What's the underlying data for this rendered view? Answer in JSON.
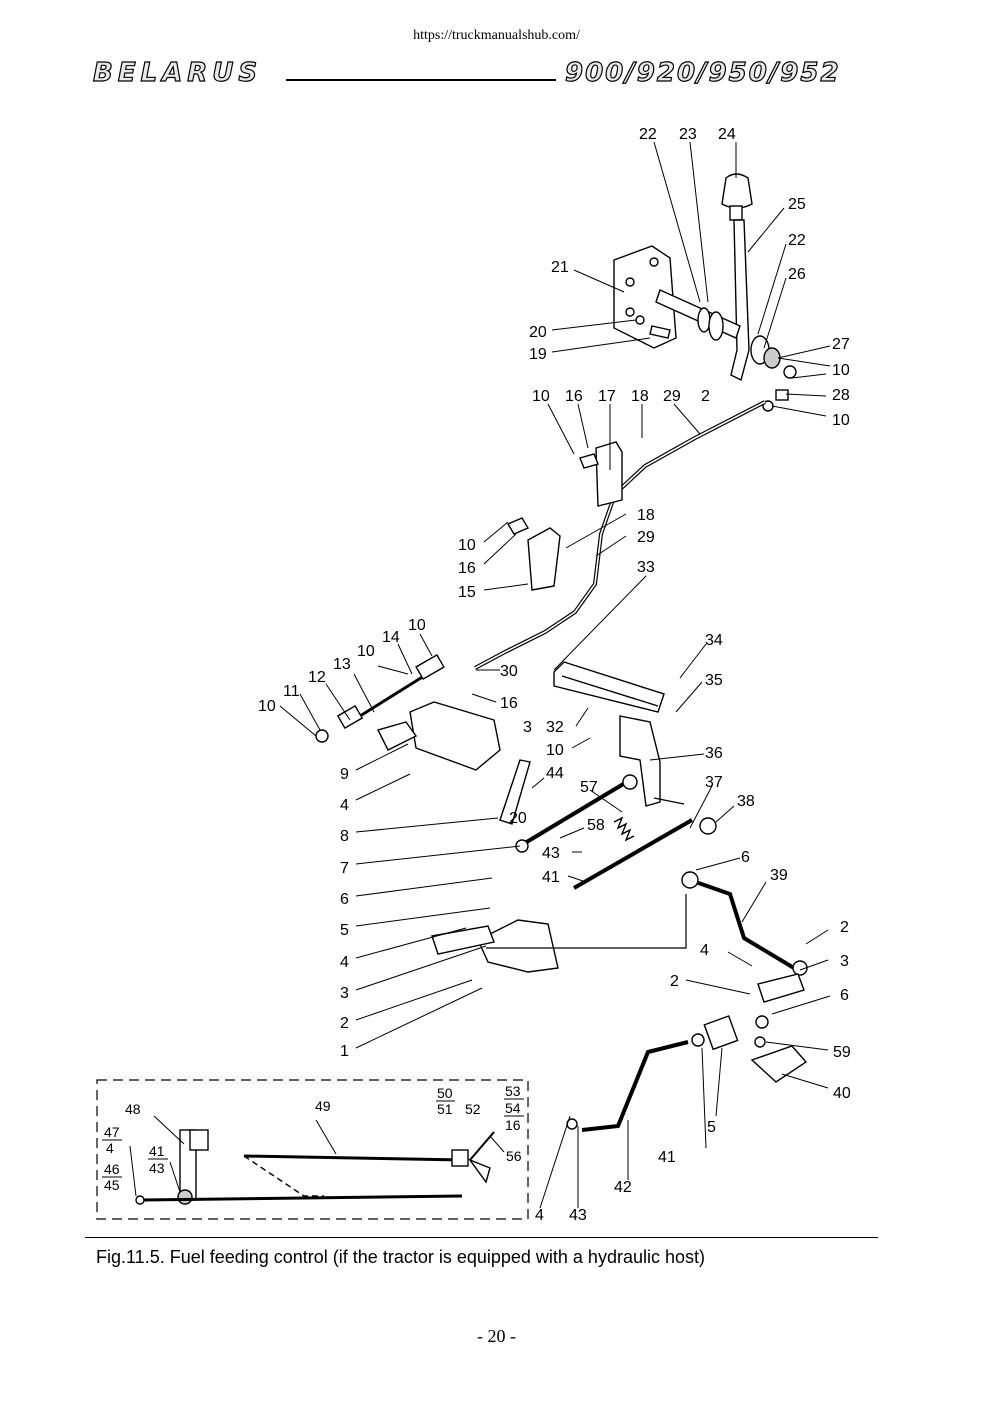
{
  "header": {
    "url": "https://truckmanualshub.com/",
    "brand": "BELARUS",
    "models": "900/920/950/952"
  },
  "figure": {
    "labels": {
      "l22a": "22",
      "l23": "23",
      "l24": "24",
      "l25": "25",
      "l22b": "22",
      "l26": "26",
      "l21": "21",
      "l20a": "20",
      "l19": "19",
      "l27": "27",
      "l10a": "10",
      "l28": "28",
      "l10b": "10",
      "l16a": "16",
      "l17": "17",
      "l18a": "18",
      "l29a": "29",
      "l2a": "2",
      "l10c": "10",
      "l18b": "18",
      "l29b": "29",
      "l10d": "10",
      "l16b": "16",
      "l15": "15",
      "l33": "33",
      "l10e": "10",
      "l14": "14",
      "l10f": "10",
      "l13": "13",
      "l12": "12",
      "l11": "11",
      "l10g": "10",
      "l30": "30",
      "l16c": "16",
      "l34": "34",
      "l35": "35",
      "l3a": "3",
      "l32": "32",
      "l10h": "10",
      "l36": "36",
      "l9": "9",
      "l44": "44",
      "l57": "57",
      "l37": "37",
      "l38": "38",
      "l4a": "4",
      "l20b": "20",
      "l58": "58",
      "l8": "8",
      "l43a": "43",
      "l7": "7",
      "l6a": "6",
      "l41a": "41",
      "l6b": "6",
      "l39": "39",
      "l5a": "5",
      "l2b": "2",
      "l4b": "4",
      "l3b": "3",
      "l4c": "4",
      "l3c": "3",
      "l2c": "2",
      "l6c": "6",
      "l2d": "2",
      "l1": "1",
      "l59": "59",
      "l40": "40",
      "l48": "48",
      "l49": "49",
      "l50": "50",
      "l51": "51",
      "l52": "52",
      "l53": "53",
      "l54": "54",
      "l16d": "16",
      "l47": "47",
      "l4d": "4",
      "l41b": "41",
      "l43b": "43",
      "l46": "46",
      "l45": "45",
      "l56": "56",
      "l41c": "41",
      "l5b": "5",
      "l42": "42",
      "l4e": "4",
      "l43c": "43"
    },
    "caption": "Fig.11.5. Fuel feeding control (if the tractor is equipped with a hydraulic host)"
  },
  "footer": {
    "page": "- 20 -"
  }
}
